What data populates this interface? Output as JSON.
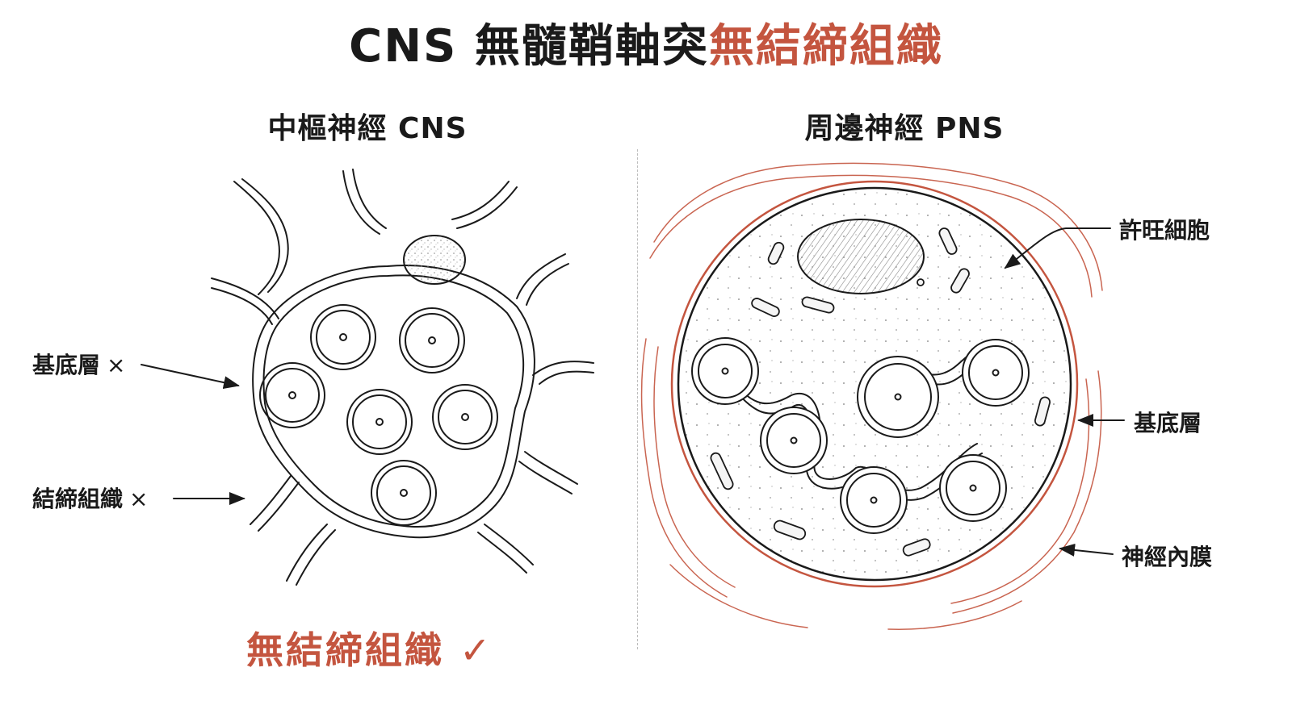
{
  "title": {
    "main": "CNS 無髓鞘軸突",
    "accent": "無結締組織"
  },
  "cns_panel": {
    "title": "中樞神經 CNS",
    "label_basal": "基底層",
    "label_connective": "結締組織",
    "cross_mark": "×",
    "conclusion": "無結締組織",
    "check_mark": "✓"
  },
  "pns_panel": {
    "title": "周邊神經 PNS",
    "label_schwann": "許旺細胞",
    "label_basal": "基底層",
    "label_endoneurium": "神經內膜"
  },
  "colors": {
    "accent": "#c4553f",
    "ink": "#1a1a1a"
  }
}
